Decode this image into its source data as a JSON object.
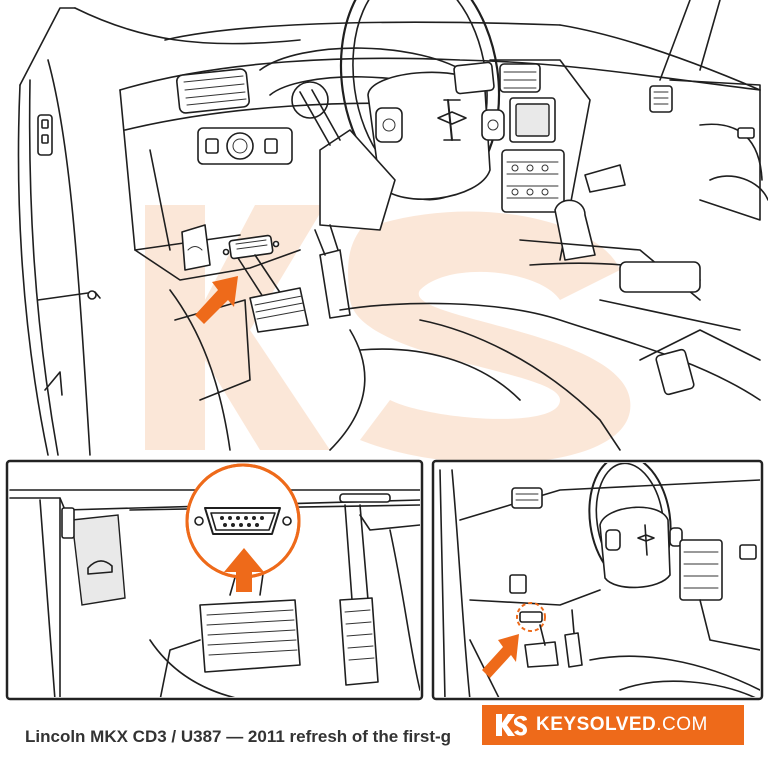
{
  "caption": "Lincoln MKX CD3 / U387 — 2011 refresh of the first-g",
  "brand": {
    "name": "KEYSOLVED",
    "suffix": ".COM",
    "color": "#ee6a1a"
  },
  "icons": {
    "logo": "ks-logo-icon",
    "pointer": "orange-arrow-icon",
    "port": "obd-port-icon"
  }
}
